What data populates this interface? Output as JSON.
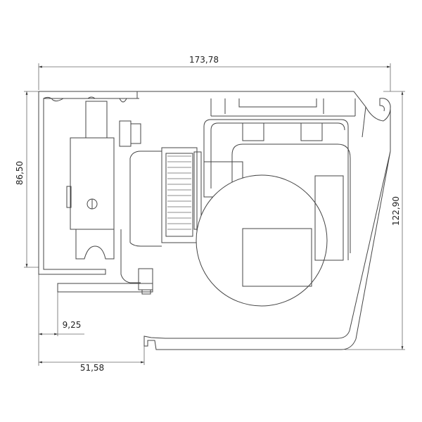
{
  "drawing": {
    "dimensions": {
      "overall_width": "173,78",
      "left_height": "86,50",
      "overall_height": "122,90",
      "bracket_offset": "9,25",
      "bottom_offset": "51,58"
    },
    "line_color": "#444444"
  }
}
